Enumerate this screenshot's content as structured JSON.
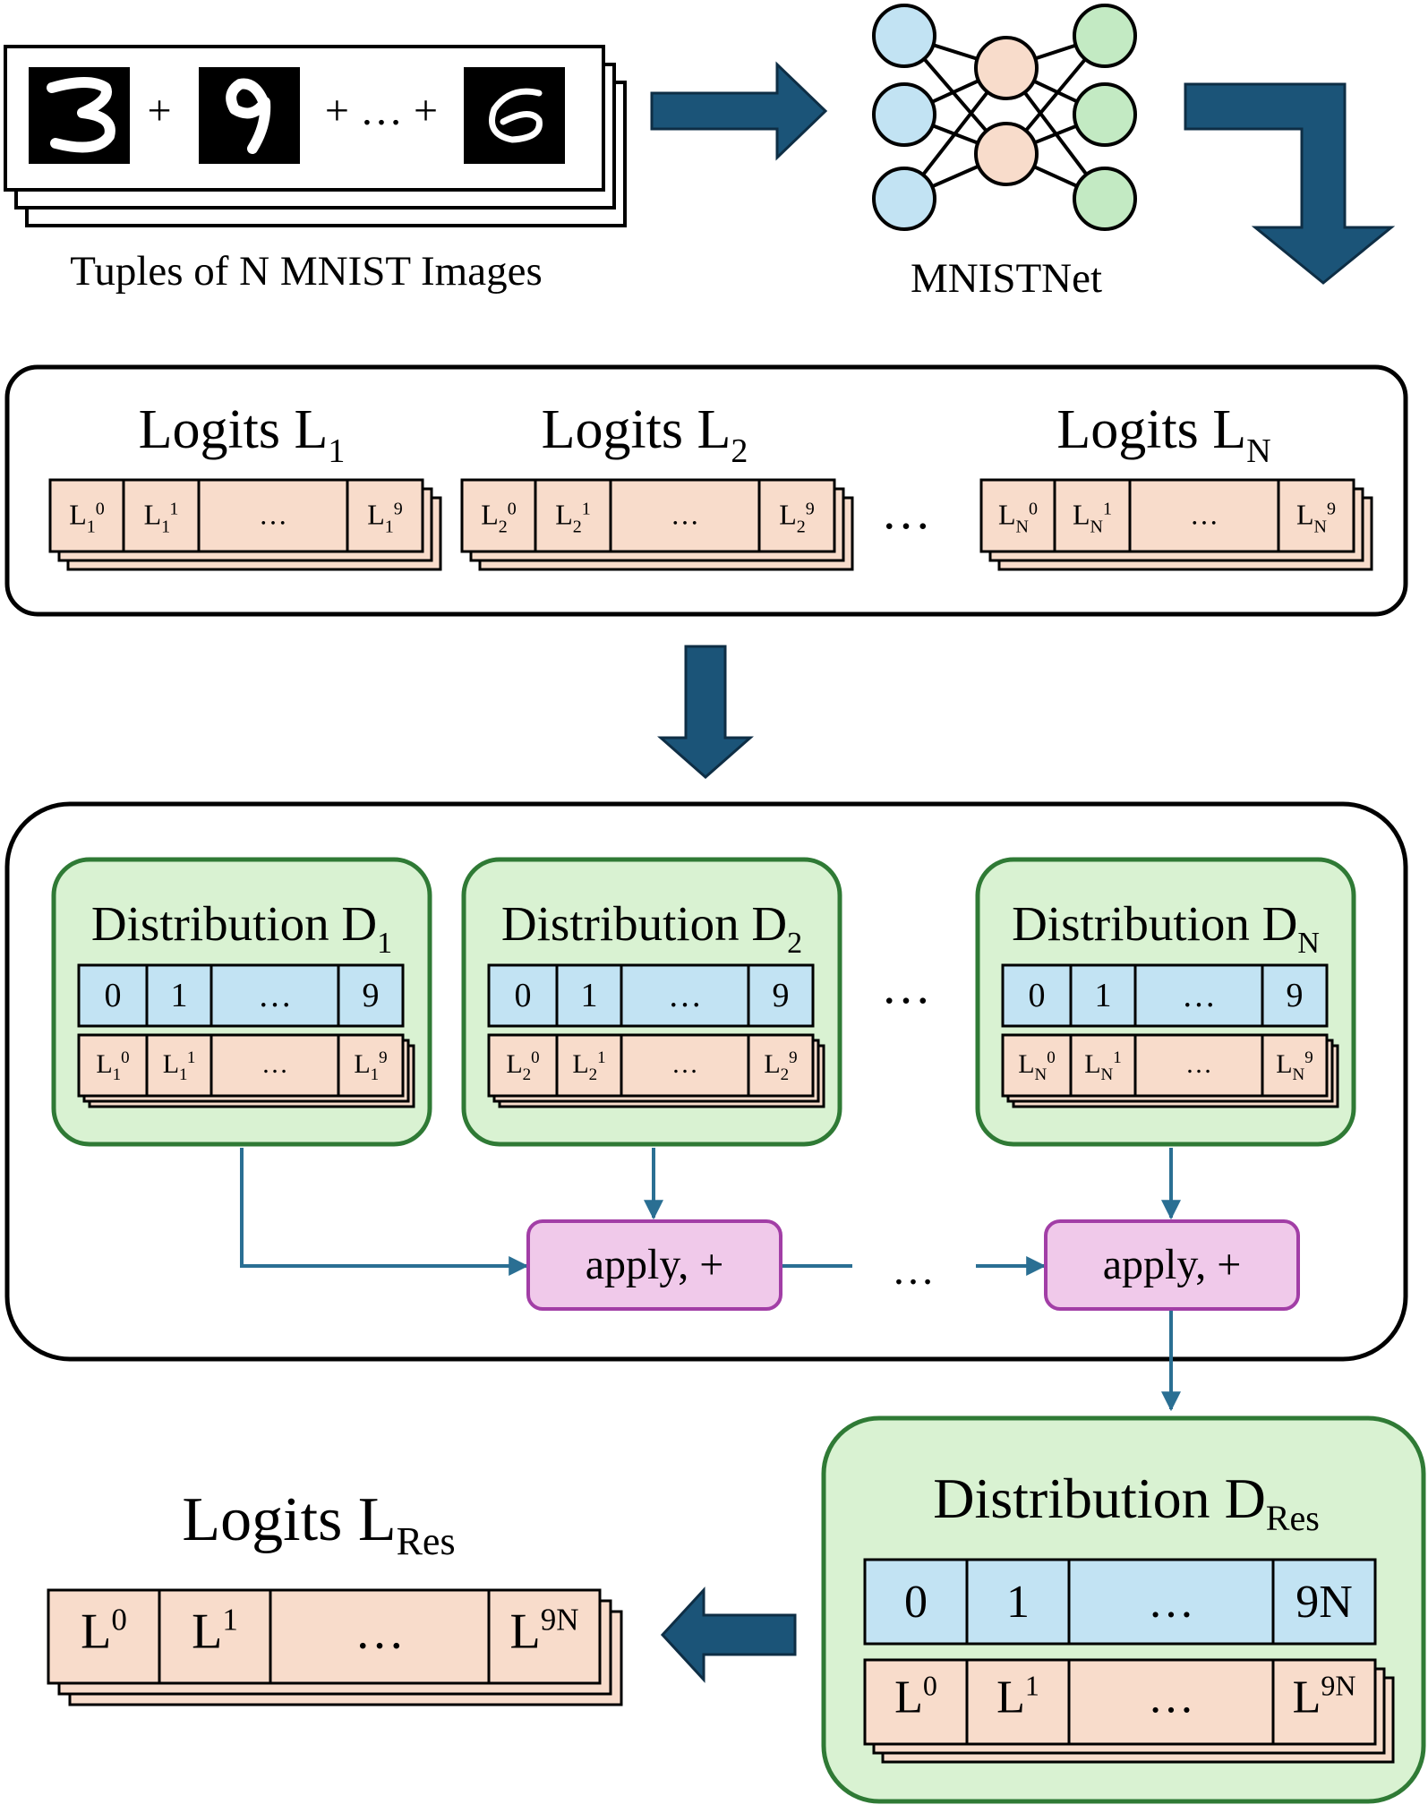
{
  "inputs": {
    "caption": "Tuples of N MNIST Images",
    "plus": "+",
    "plus_ellipsis_plus": "+ … +"
  },
  "network": {
    "caption": "MNISTNet"
  },
  "logits_panel": {
    "groups": [
      {
        "title_base": "Logits L",
        "title_sub": "1",
        "cells": [
          {
            "base": "L",
            "sub": "1",
            "sup": "0"
          },
          {
            "base": "L",
            "sub": "1",
            "sup": "1"
          },
          {
            "base": "…",
            "sub": "",
            "sup": ""
          },
          {
            "base": "L",
            "sub": "1",
            "sup": "9"
          }
        ]
      },
      {
        "title_base": "Logits L",
        "title_sub": "2",
        "cells": [
          {
            "base": "L",
            "sub": "2",
            "sup": "0"
          },
          {
            "base": "L",
            "sub": "2",
            "sup": "1"
          },
          {
            "base": "…",
            "sub": "",
            "sup": ""
          },
          {
            "base": "L",
            "sub": "2",
            "sup": "9"
          }
        ]
      },
      {
        "title_base": "Logits L",
        "title_sub": "N",
        "cells": [
          {
            "base": "L",
            "sub": "N",
            "sup": "0"
          },
          {
            "base": "L",
            "sub": "N",
            "sup": "1"
          },
          {
            "base": "…",
            "sub": "",
            "sup": ""
          },
          {
            "base": "L",
            "sub": "N",
            "sup": "9"
          }
        ]
      }
    ],
    "ellipsis": "…"
  },
  "distributions_panel": {
    "groups": [
      {
        "title_base": "Distribution D",
        "title_sub": "1",
        "values": [
          "0",
          "1",
          "…",
          "9"
        ],
        "cells": [
          {
            "base": "L",
            "sub": "1",
            "sup": "0"
          },
          {
            "base": "L",
            "sub": "1",
            "sup": "1"
          },
          {
            "base": "…",
            "sub": "",
            "sup": ""
          },
          {
            "base": "L",
            "sub": "1",
            "sup": "9"
          }
        ]
      },
      {
        "title_base": "Distribution D",
        "title_sub": "2",
        "values": [
          "0",
          "1",
          "…",
          "9"
        ],
        "cells": [
          {
            "base": "L",
            "sub": "2",
            "sup": "0"
          },
          {
            "base": "L",
            "sub": "2",
            "sup": "1"
          },
          {
            "base": "…",
            "sub": "",
            "sup": ""
          },
          {
            "base": "L",
            "sub": "2",
            "sup": "9"
          }
        ]
      },
      {
        "title_base": "Distribution D",
        "title_sub": "N",
        "values": [
          "0",
          "1",
          "…",
          "9"
        ],
        "cells": [
          {
            "base": "L",
            "sub": "N",
            "sup": "0"
          },
          {
            "base": "L",
            "sub": "N",
            "sup": "1"
          },
          {
            "base": "…",
            "sub": "",
            "sup": ""
          },
          {
            "base": "L",
            "sub": "N",
            "sup": "9"
          }
        ]
      }
    ],
    "ellipsis": "…",
    "apply_label": "apply, +",
    "flow_ellipsis": "…"
  },
  "result_distribution": {
    "title_base": "Distribution D",
    "title_sub": "Res",
    "values": [
      "0",
      "1",
      "…",
      "9N"
    ],
    "cells": [
      {
        "base": "L",
        "sub": "",
        "sup": "0"
      },
      {
        "base": "L",
        "sub": "",
        "sup": "1"
      },
      {
        "base": "…",
        "sub": "",
        "sup": ""
      },
      {
        "base": "L",
        "sub": "",
        "sup": "9N"
      }
    ]
  },
  "result_logits": {
    "title_base": "Logits L",
    "title_sub": "Res",
    "cells": [
      {
        "base": "L",
        "sub": "",
        "sup": "0"
      },
      {
        "base": "L",
        "sub": "",
        "sup": "1"
      },
      {
        "base": "…",
        "sub": "",
        "sup": ""
      },
      {
        "base": "L",
        "sub": "",
        "sup": "9N"
      }
    ]
  },
  "colors": {
    "arrow": "#1b5478",
    "flow": "#2a6f93",
    "logit_fill": "#f8dccb",
    "value_fill": "#c2e3f3",
    "dist_fill": "#d9f2d2",
    "dist_border": "#2f7a35",
    "apply_fill": "#f0c9ea",
    "apply_border": "#a23ea6",
    "node_input": "#c2e3f3",
    "node_hidden": "#f8dccb",
    "node_output": "#c3eac3"
  }
}
